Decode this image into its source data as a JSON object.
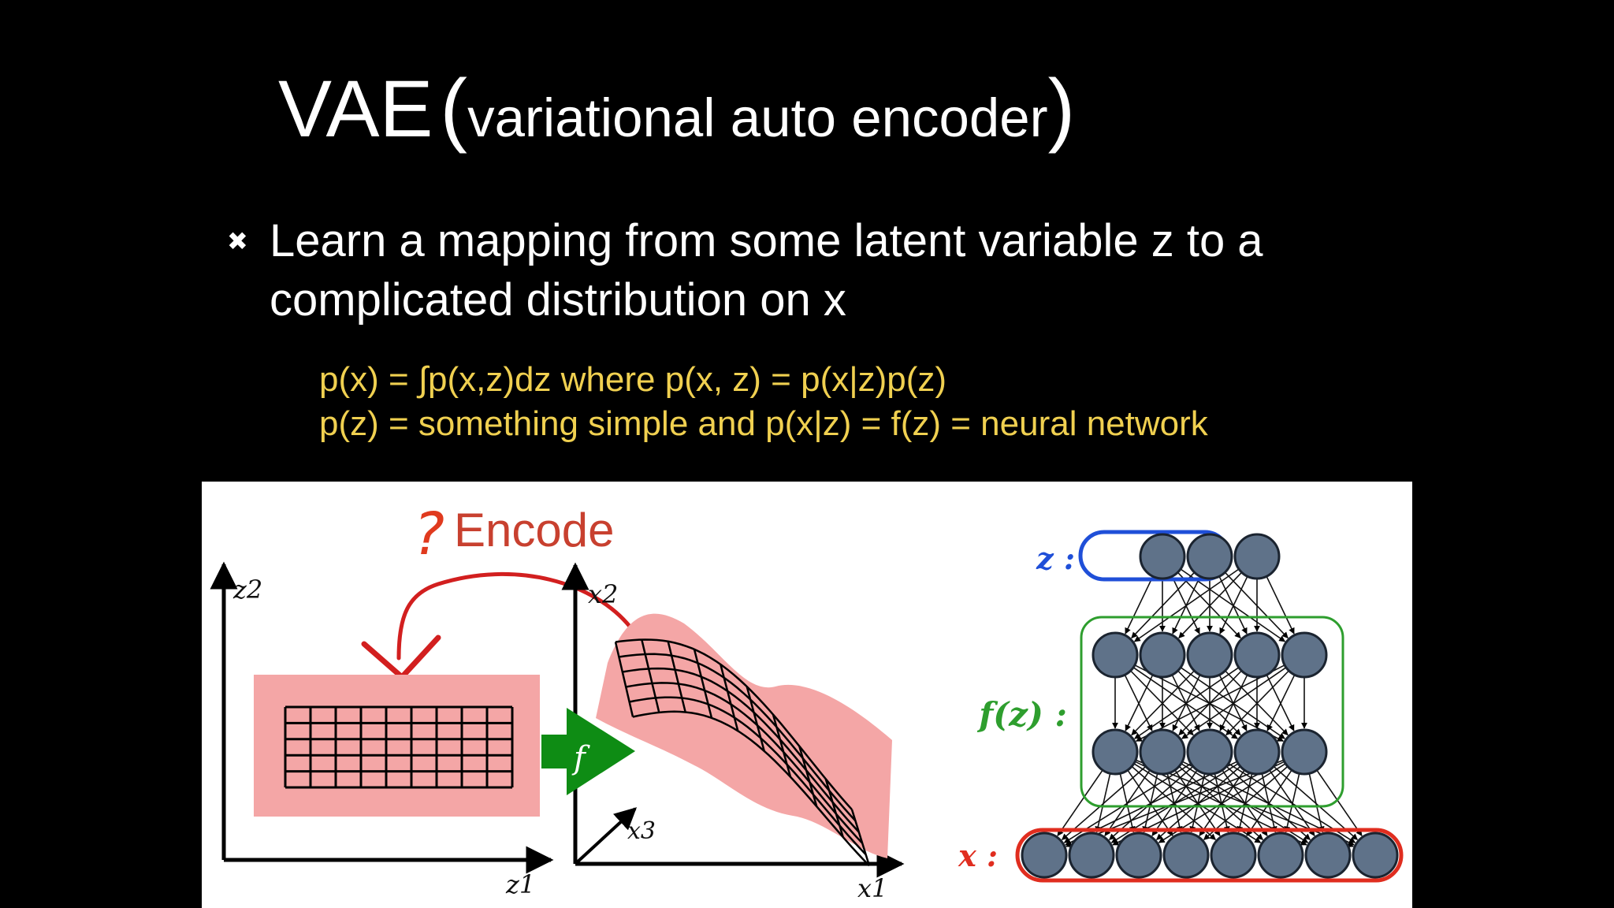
{
  "title": {
    "main": "VAE",
    "open_paren": "(",
    "sub": "variational auto encoder",
    "close_paren": ")"
  },
  "bullet": {
    "marker": "✖",
    "text": "Learn a mapping from some latent variable z to a complicated distribution on x"
  },
  "formulas": {
    "line1": "p(x) = ∫p(x,z)dz where p(x, z) = p(x|z)p(z)",
    "line2": "p(z) = something simple and p(x|z) = f(z) = neural network"
  },
  "figure": {
    "question_mark": "?",
    "encode_label": "Encode",
    "left_axes": {
      "y_label": "z2",
      "x_label": "z1"
    },
    "right_axes": {
      "y_label": "x2",
      "x_label": "x1",
      "depth_label": "x3"
    },
    "arrow_label": "f",
    "network": {
      "z_label": "z :",
      "f_label": "f(z) :",
      "x_label": "x :",
      "layers": [
        3,
        5,
        5,
        8
      ]
    },
    "colors": {
      "encode_red": "#c8402f",
      "pink": "#f4a6a6",
      "green_arrow": "#0e8c14",
      "blue_box": "#1f4fd8",
      "green_box": "#2e9e2e",
      "red_box": "#e02d1f",
      "node_fill": "#5f7289",
      "formula_yellow": "#f0d050"
    }
  }
}
